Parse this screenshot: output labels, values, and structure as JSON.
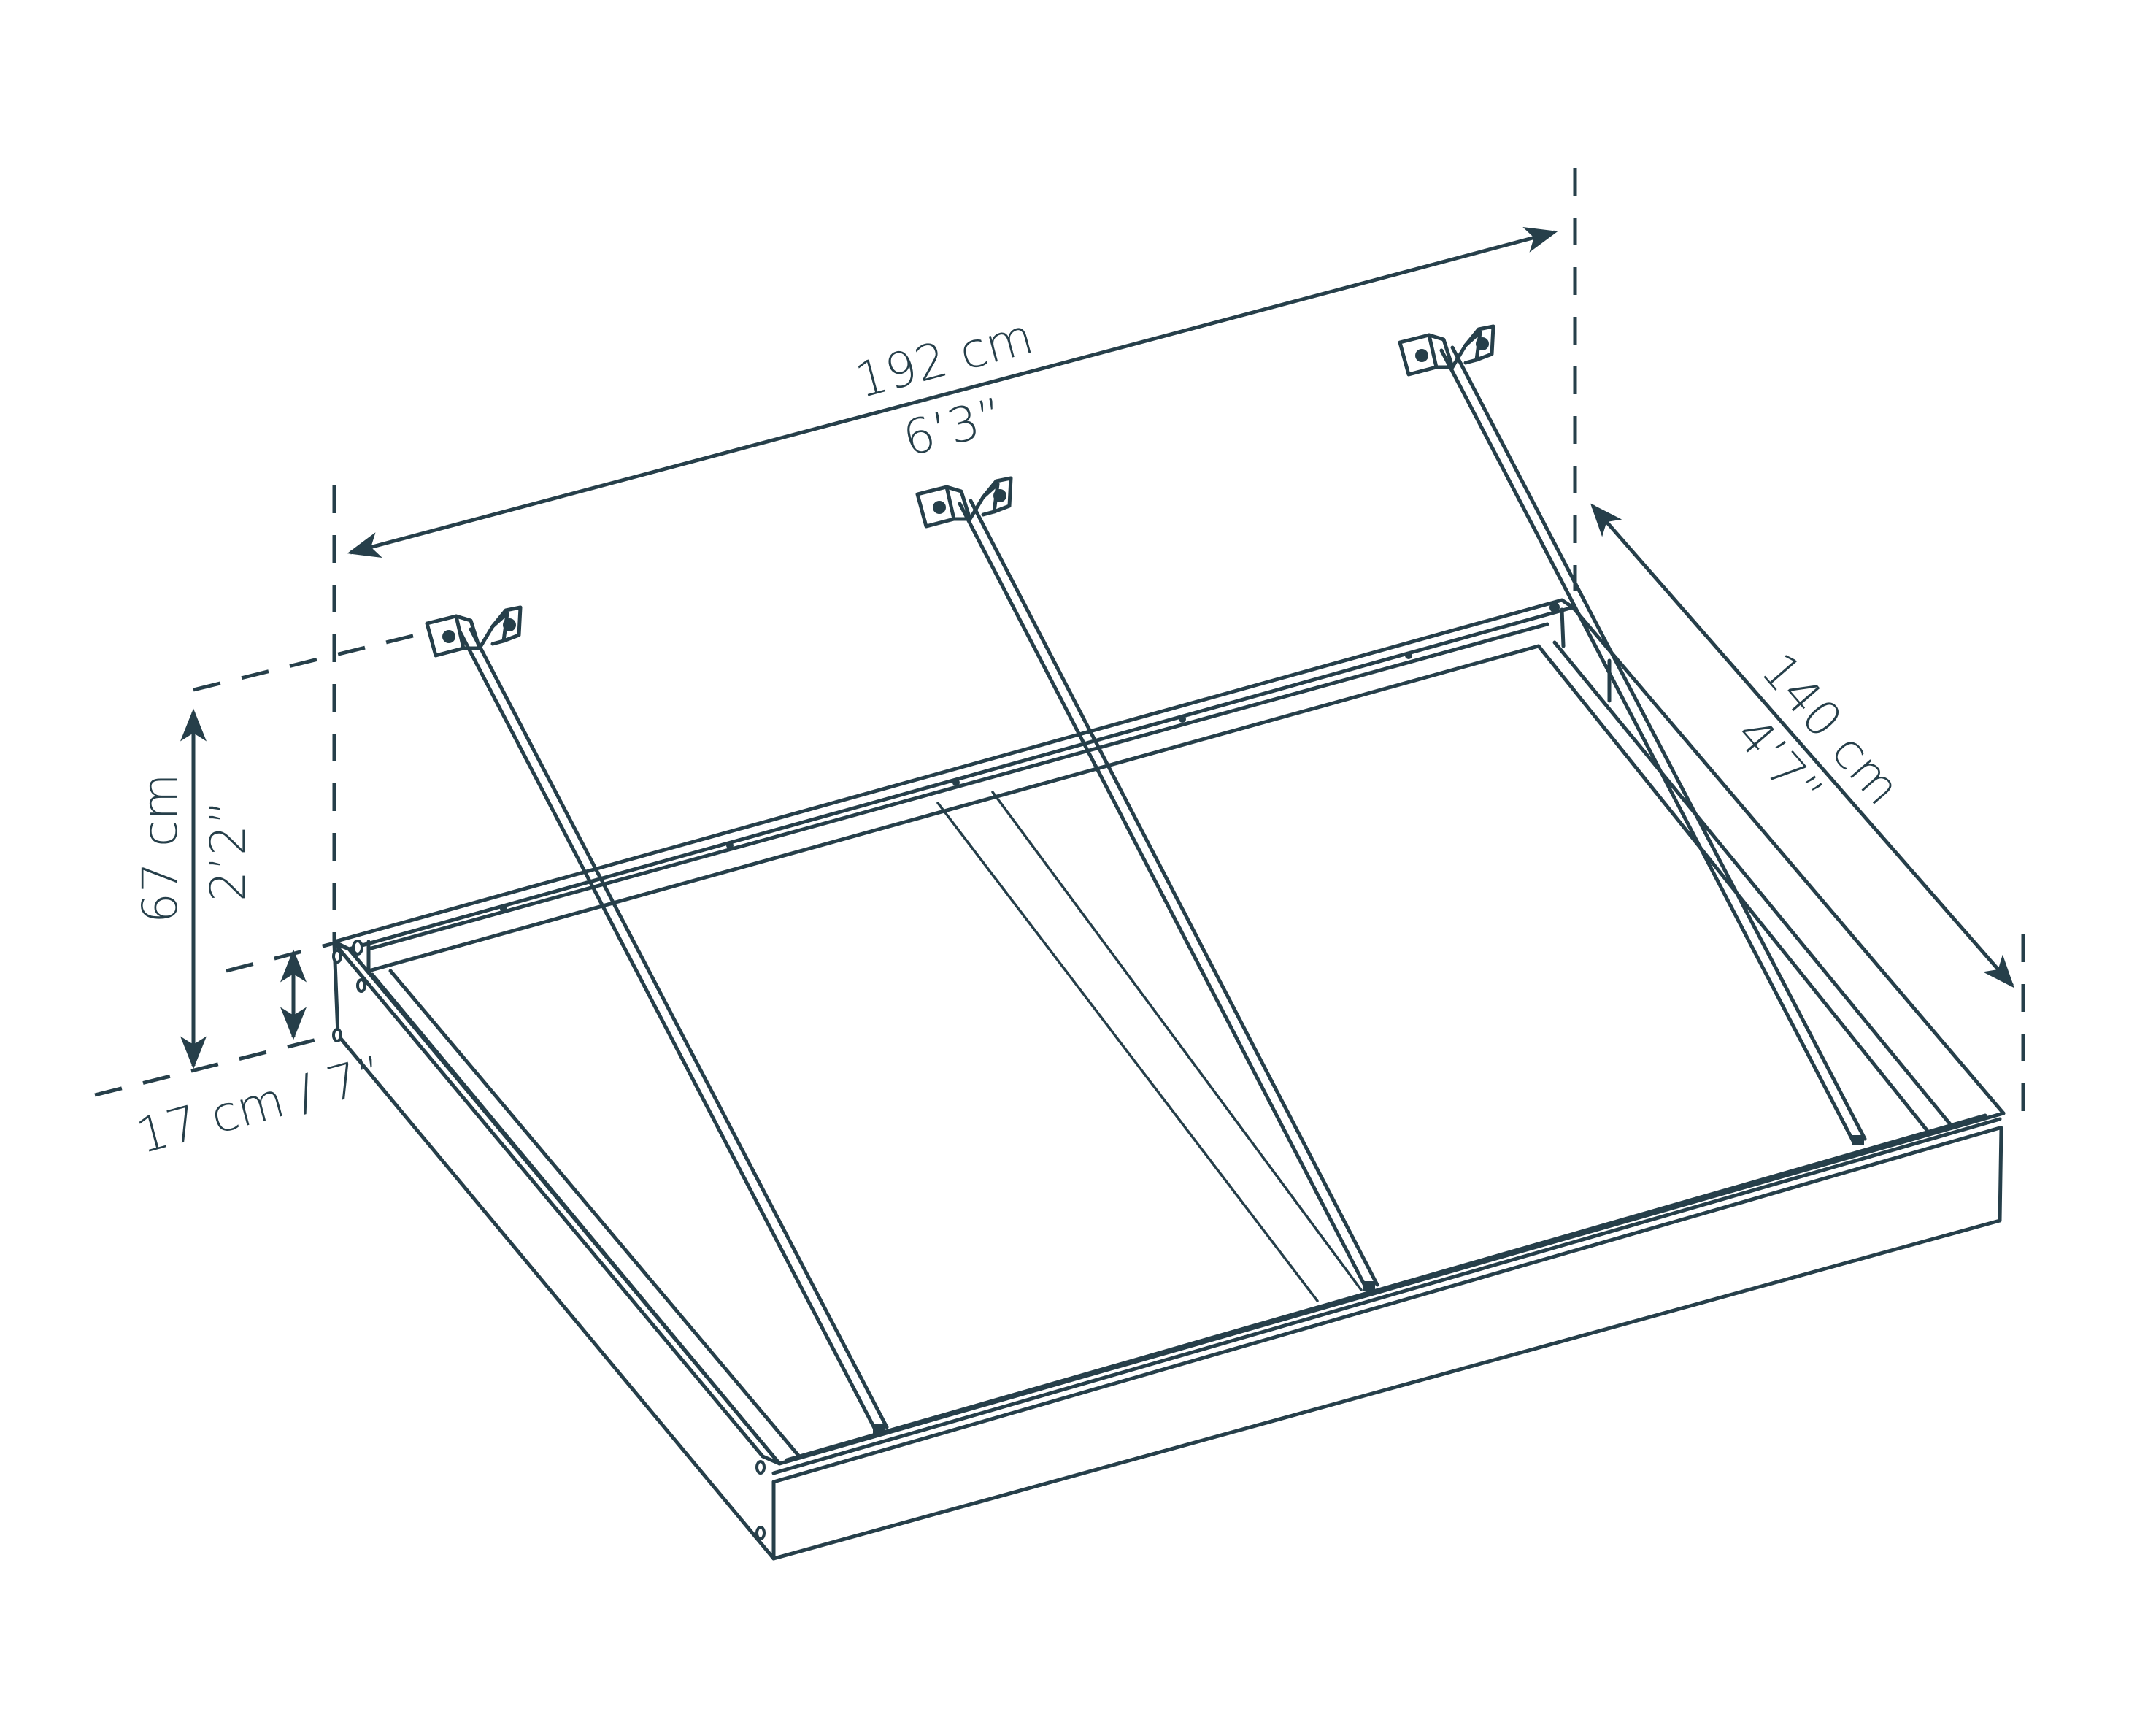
{
  "diagram": {
    "subject": "wall-mounted door canopy frame with three support struts",
    "line_color": "#263f4a",
    "background": "#ffffff"
  },
  "dimensions": {
    "width": {
      "metric": "192 cm",
      "imperial": "6’3”"
    },
    "depth": {
      "metric": "140 cm",
      "imperial": "4’7”"
    },
    "height": {
      "metric": "67 cm",
      "imperial": "2’2”"
    },
    "frame_height": {
      "label": "17 cm / 7”"
    }
  },
  "components": {
    "wall_brackets": 3,
    "support_struts": 3
  }
}
